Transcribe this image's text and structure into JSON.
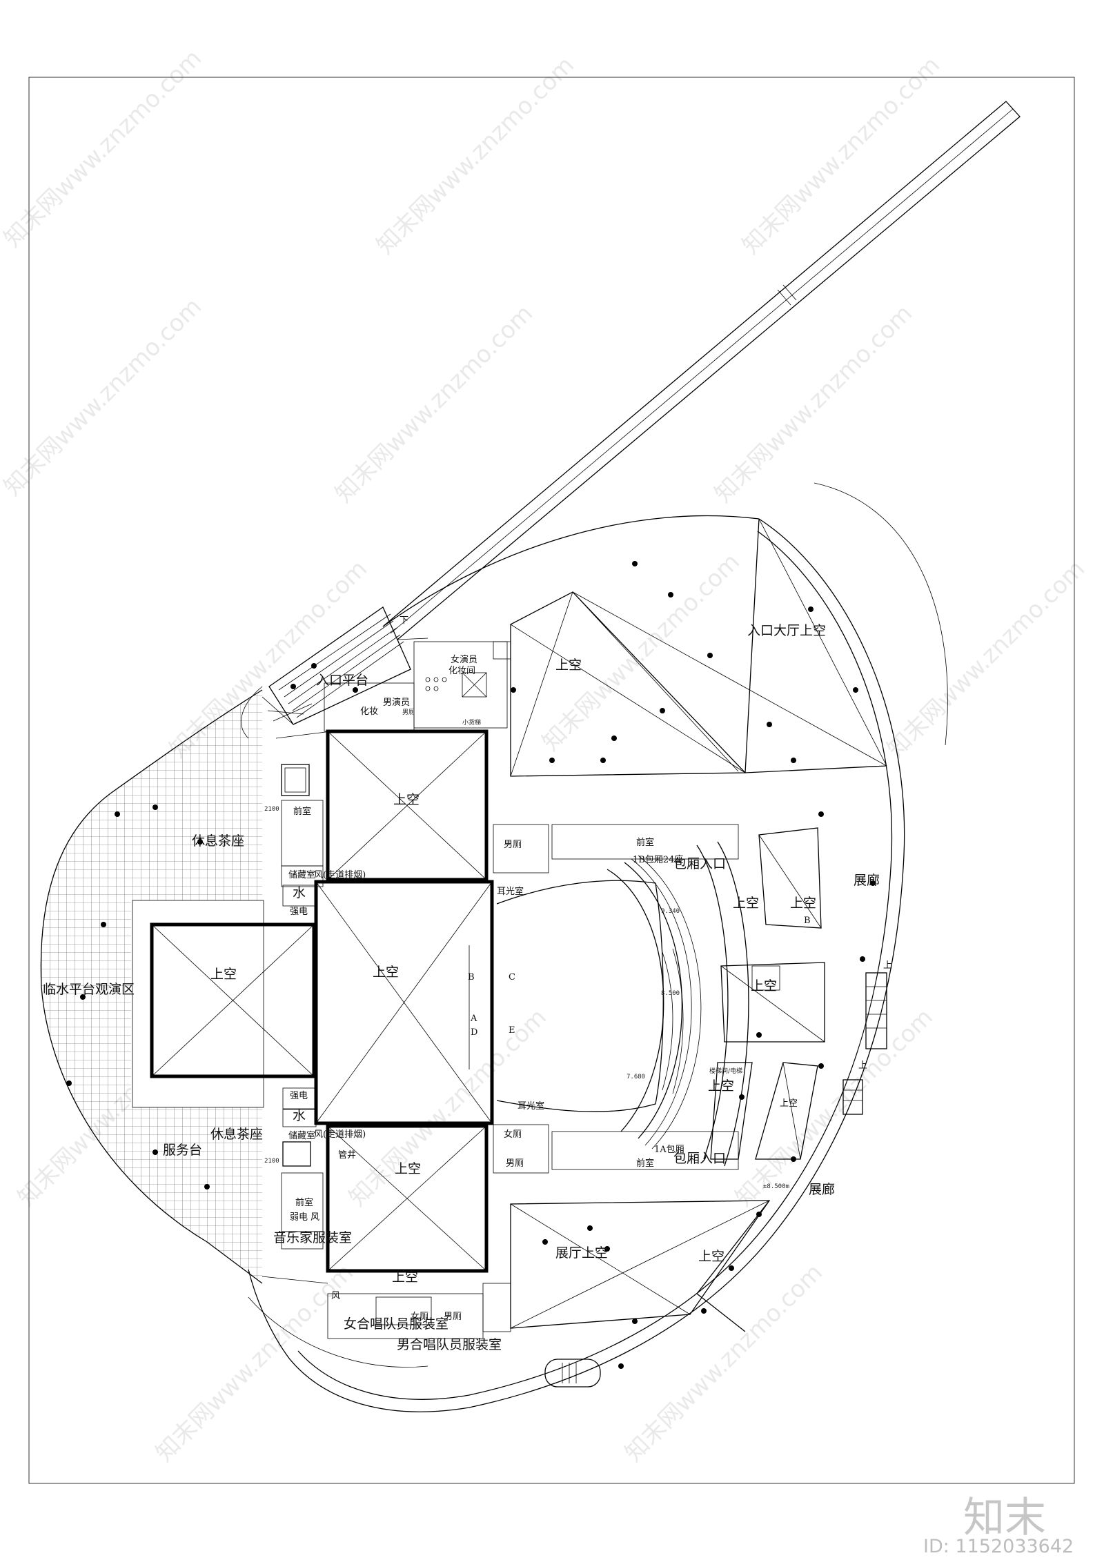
{
  "labels": {
    "entrance_platform": "入口平台",
    "down": "下",
    "female_dressing": "女演员",
    "dressing_room": "化妆间",
    "male_actor": "男演员",
    "makeup": "化妆",
    "male_wc": "男厕",
    "small_storage": "小货梯",
    "void_top_wedge": "上空",
    "lobby_void": "入口大厅上空",
    "rest_tea_north": "休息茶座",
    "front_room": "前室",
    "storage": "储藏室",
    "smoke_exhaust": "风(走道排烟)",
    "water": "水",
    "power": "强电",
    "void_upper_stage": "上空",
    "void_center": "上空",
    "void_west": "上空",
    "void_lower_stage": "上空",
    "void_bottom": "上空",
    "waterside_stage": "临水平台观演区",
    "ear_light_north": "耳光室",
    "ear_light_south": "耳光室",
    "box_1b": "1B包厢24座",
    "box_entrance_north": "包厢入口",
    "box_entrance_south": "包厢入口",
    "box_1a": "1A包厢",
    "void_east_1": "上空",
    "void_b": "上空",
    "void_east_2": "上空",
    "void_east_3": "上空",
    "void_east_4": "上空",
    "gallery_east": "展廊",
    "gallery_south": "展廊",
    "stair_up_1": "上",
    "stair_up_2": "上",
    "rest_tea_south": "休息茶座",
    "service_desk": "服务台",
    "weak_elec": "弱电",
    "wind": "风",
    "pipe_shaft": "管井",
    "musician_dressing": "音乐家服装室",
    "female_choir": "女合唱队员服装室",
    "male_choir": "男合唱队员服装室",
    "female_wc": "女厕",
    "male_wc_south": "男厕",
    "hall_void": "展厅上空",
    "elevator_hall": "楼梯间/电梯",
    "letter_a": "A",
    "letter_b": "B",
    "letter_c": "C",
    "letter_d": "D",
    "letter_e": "E",
    "letter_b2": "B"
  },
  "dims": {
    "d1": "2100",
    "d2": "2100",
    "elev_9340": "9.340",
    "elev_8500": "8.500",
    "elev_7680": "7.680",
    "elev_8500b": "±8.500m"
  },
  "watermark": "知末网www.znzmo.com",
  "brand": "知末",
  "id_label": "ID: 1152033642"
}
